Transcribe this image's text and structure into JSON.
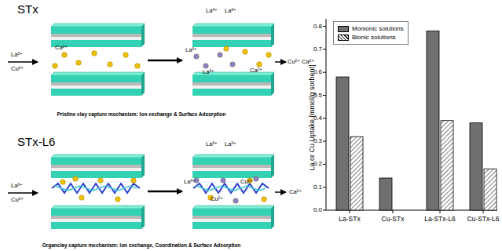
{
  "diagram": {
    "labels": [
      "STx",
      "La³⁺",
      "Cu²⁺",
      "Ca²⁺",
      "La³⁺",
      "La³⁺",
      "La³⁺",
      "La³⁺",
      "Ca²⁺",
      "Cu²⁺",
      "Ca²⁺",
      "Pristine clay capture mechanism: Ion exchange & Surface Adsorption",
      "STx-L6",
      "La³⁺",
      "Cu²⁺",
      "La³⁺",
      "La³⁺",
      "La³⁺",
      "Cu²⁺",
      "Cu²⁺",
      "Ca²⁺",
      "Organclay capture mechanism: Ion exchange, Coordination & Surface Adsorption",
      "La or Cu Uptake [mmol/g sorbent]",
      "0.0",
      "0.1",
      "0.2",
      "0.3",
      "0.4",
      "0.5",
      "0.6",
      "0.7",
      "0.8",
      "La-STx",
      "Cu-STx",
      "La-STx-L6",
      "Cu-STx-L6"
    ],
    "legend": [
      {
        "text": "Monionic solutions",
        "color": "#707070"
      },
      {
        "text": "Bionic solutions"
      }
    ]
  }
}
